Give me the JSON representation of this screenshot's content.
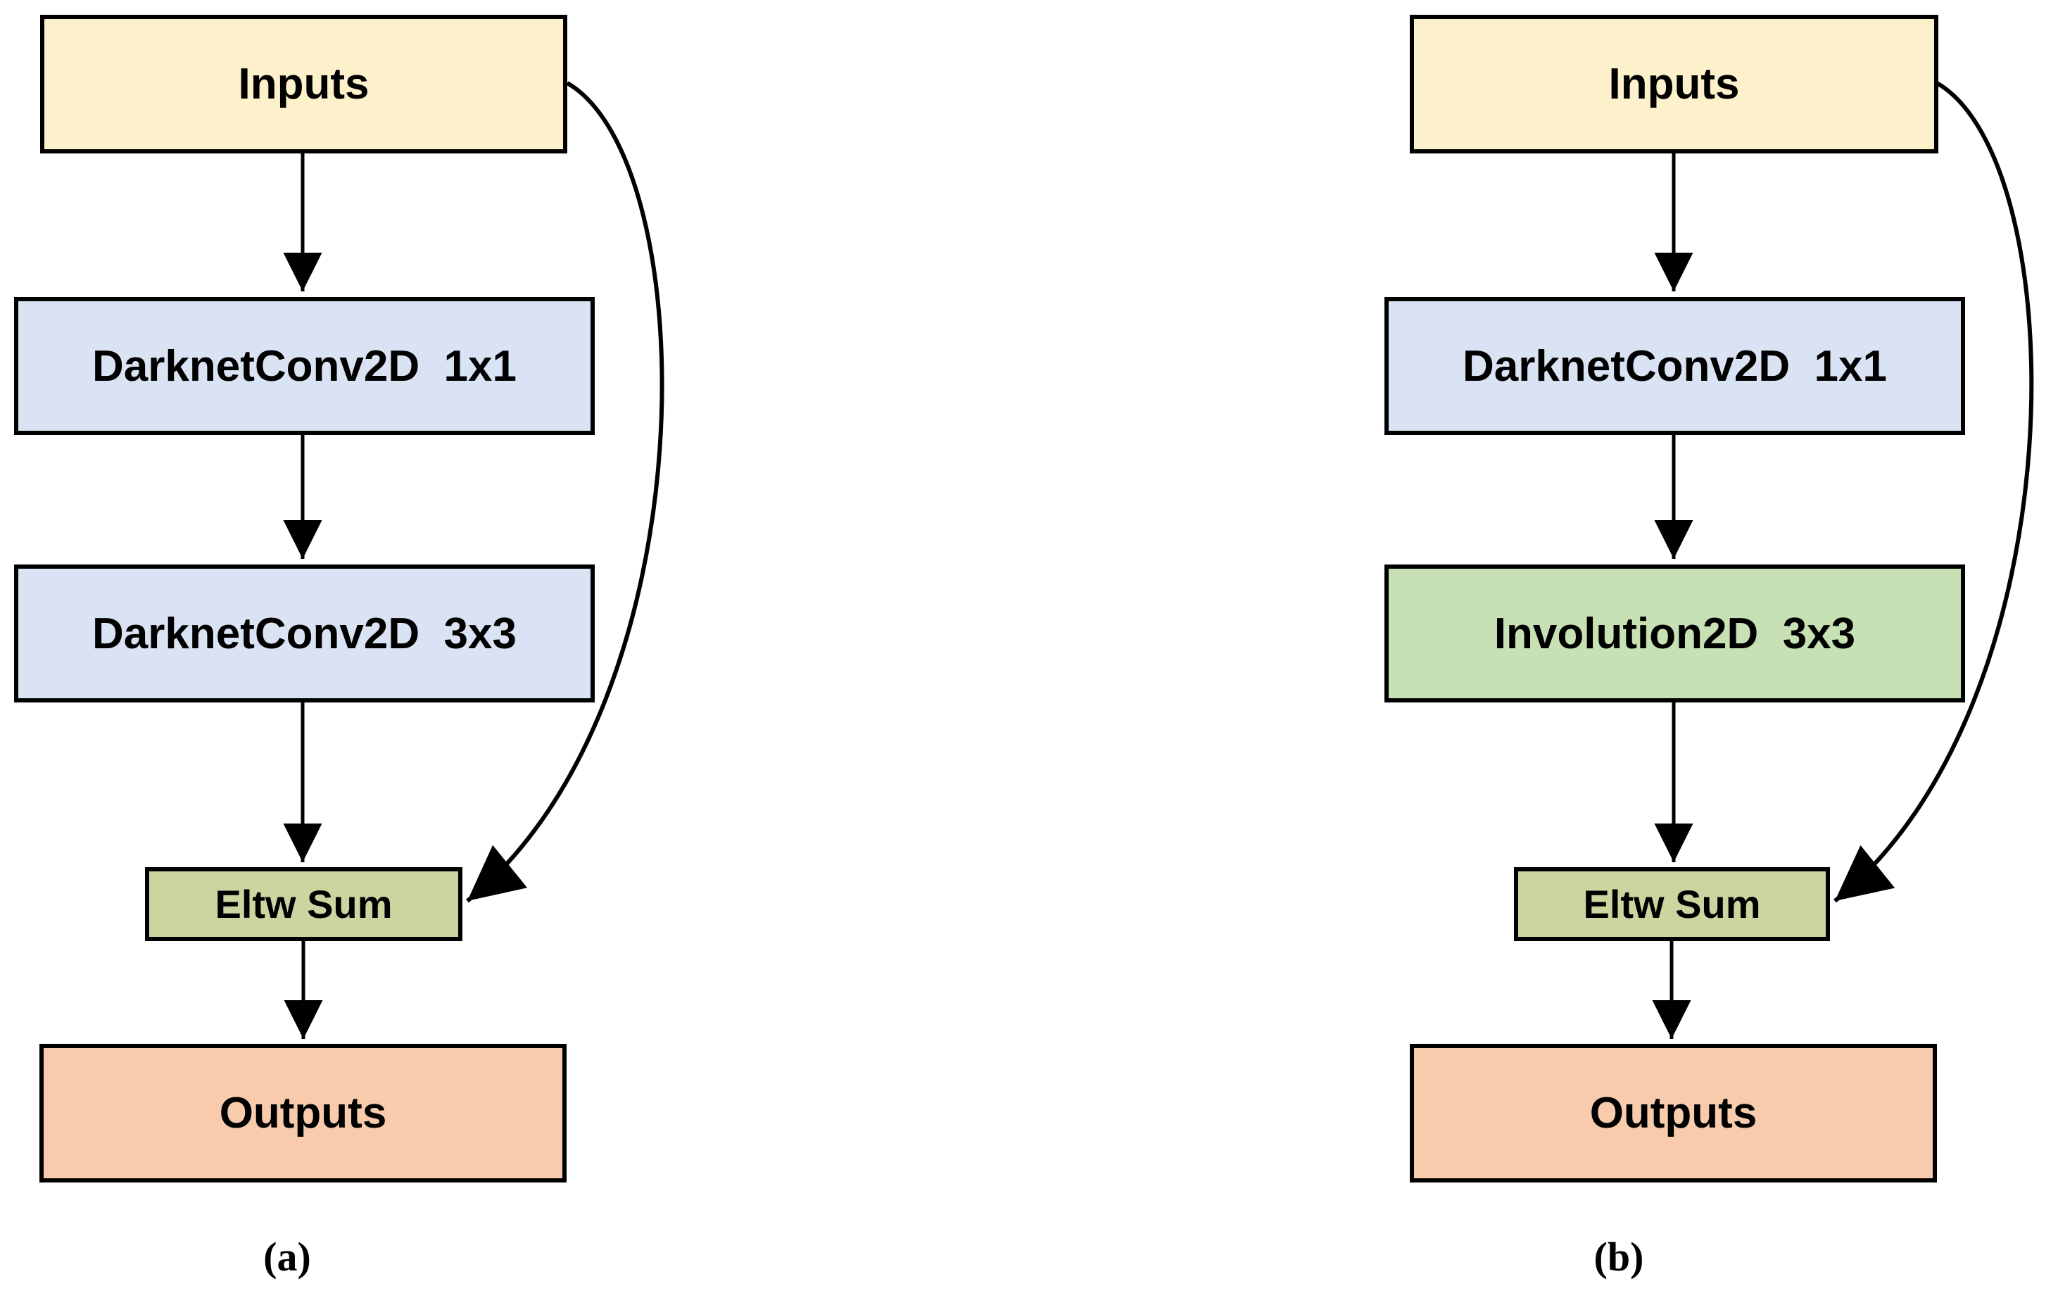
{
  "diagram_type": "flowchart",
  "colors": {
    "cream": "#FCF1CB",
    "blue": "#DAE3F3",
    "green": "#C7E1B5",
    "olive": "#CCD5A0",
    "peach": "#F8CBAD",
    "stroke": "#000000",
    "background": "#FFFFFF"
  },
  "panels": [
    {
      "caption": "(a)",
      "nodes": [
        {
          "id": "inputs",
          "label": "Inputs"
        },
        {
          "id": "conv1x1",
          "label": "DarknetConv2D  1x1"
        },
        {
          "id": "conv3x3",
          "label": "DarknetConv2D  3x3"
        },
        {
          "id": "eltwsum",
          "label": "Eltw Sum"
        },
        {
          "id": "outputs",
          "label": "Outputs"
        }
      ],
      "edges": [
        {
          "from": "inputs",
          "to": "conv1x1"
        },
        {
          "from": "conv1x1",
          "to": "conv3x3"
        },
        {
          "from": "conv3x3",
          "to": "eltwsum"
        },
        {
          "from": "inputs",
          "to": "eltwsum",
          "style": "curved-skip-connection"
        },
        {
          "from": "eltwsum",
          "to": "outputs"
        }
      ]
    },
    {
      "caption": "(b)",
      "nodes": [
        {
          "id": "inputs",
          "label": "Inputs"
        },
        {
          "id": "conv1x1",
          "label": "DarknetConv2D  1x1"
        },
        {
          "id": "invol3x3",
          "label": "Involution2D  3x3"
        },
        {
          "id": "eltwsum",
          "label": "Eltw Sum"
        },
        {
          "id": "outputs",
          "label": "Outputs"
        }
      ],
      "edges": [
        {
          "from": "inputs",
          "to": "conv1x1"
        },
        {
          "from": "conv1x1",
          "to": "invol3x3"
        },
        {
          "from": "invol3x3",
          "to": "eltwsum"
        },
        {
          "from": "inputs",
          "to": "eltwsum",
          "style": "curved-skip-connection"
        },
        {
          "from": "eltwsum",
          "to": "outputs"
        }
      ]
    }
  ]
}
